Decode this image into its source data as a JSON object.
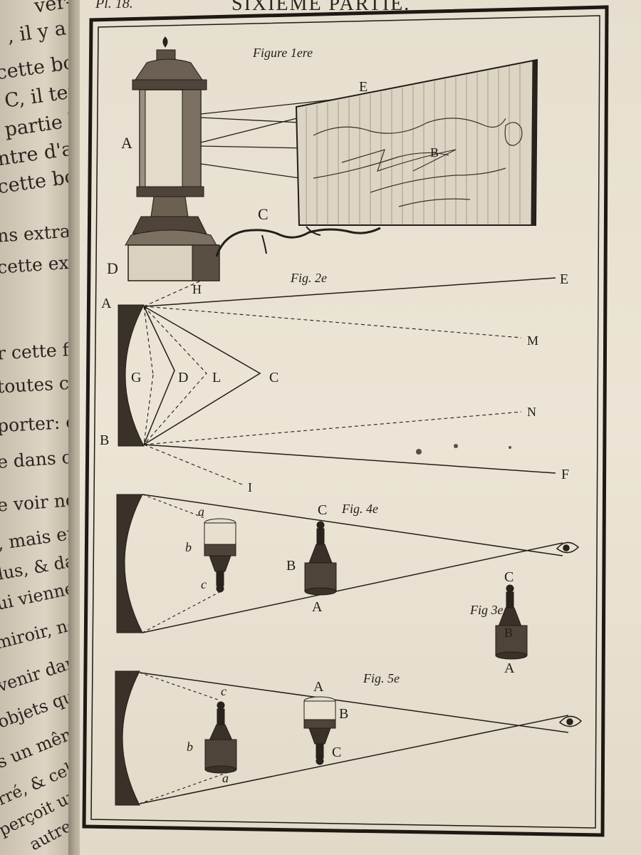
{
  "header": {
    "plate_number": "Pl. 18.",
    "title": "SIXIÈME PARTIE."
  },
  "left_page": {
    "fragments": [
      "ver-",
      ", il y a",
      "cette bou-",
      "C, il tem-",
      "partie b a",
      "ntre d'a en",
      "cette bou-",
      "ns extraor-",
      "cette expé-",
      "r cette fin-",
      "toutes ces",
      "porter: ce",
      "e dans ce",
      "e voir non-",
      ", mais en-",
      "lus, & dans",
      "ui viennent",
      "miroir, ne",
      "venir dans",
      "objets qui",
      "s un même",
      "rré, & celle",
      "perçoit un",
      "autre"
    ]
  },
  "figure1": {
    "caption": "Figure 1ere",
    "labels": {
      "A": "A",
      "B": "B",
      "C": "C",
      "D": "D",
      "E": "E"
    }
  },
  "figure2": {
    "caption": "Fig. 2e",
    "labels": {
      "A": "A",
      "B": "B",
      "C": "C",
      "D": "D",
      "E": "E",
      "F": "F",
      "G": "G",
      "H": "H",
      "I": "I",
      "L": "L",
      "M": "M",
      "N": "N"
    }
  },
  "figure3": {
    "caption": "Fig 3e",
    "labels": {
      "A": "A",
      "B": "B",
      "C": "C"
    }
  },
  "figure4": {
    "caption": "Fig. 4e",
    "labels": {
      "A": "A",
      "B": "B",
      "C": "C",
      "a": "a",
      "b": "b",
      "c": "c"
    }
  },
  "figure5": {
    "caption": "Fig. 5e",
    "labels": {
      "A": "A",
      "B": "B",
      "C": "C",
      "a": "a",
      "b": "b",
      "c": "c"
    }
  }
}
